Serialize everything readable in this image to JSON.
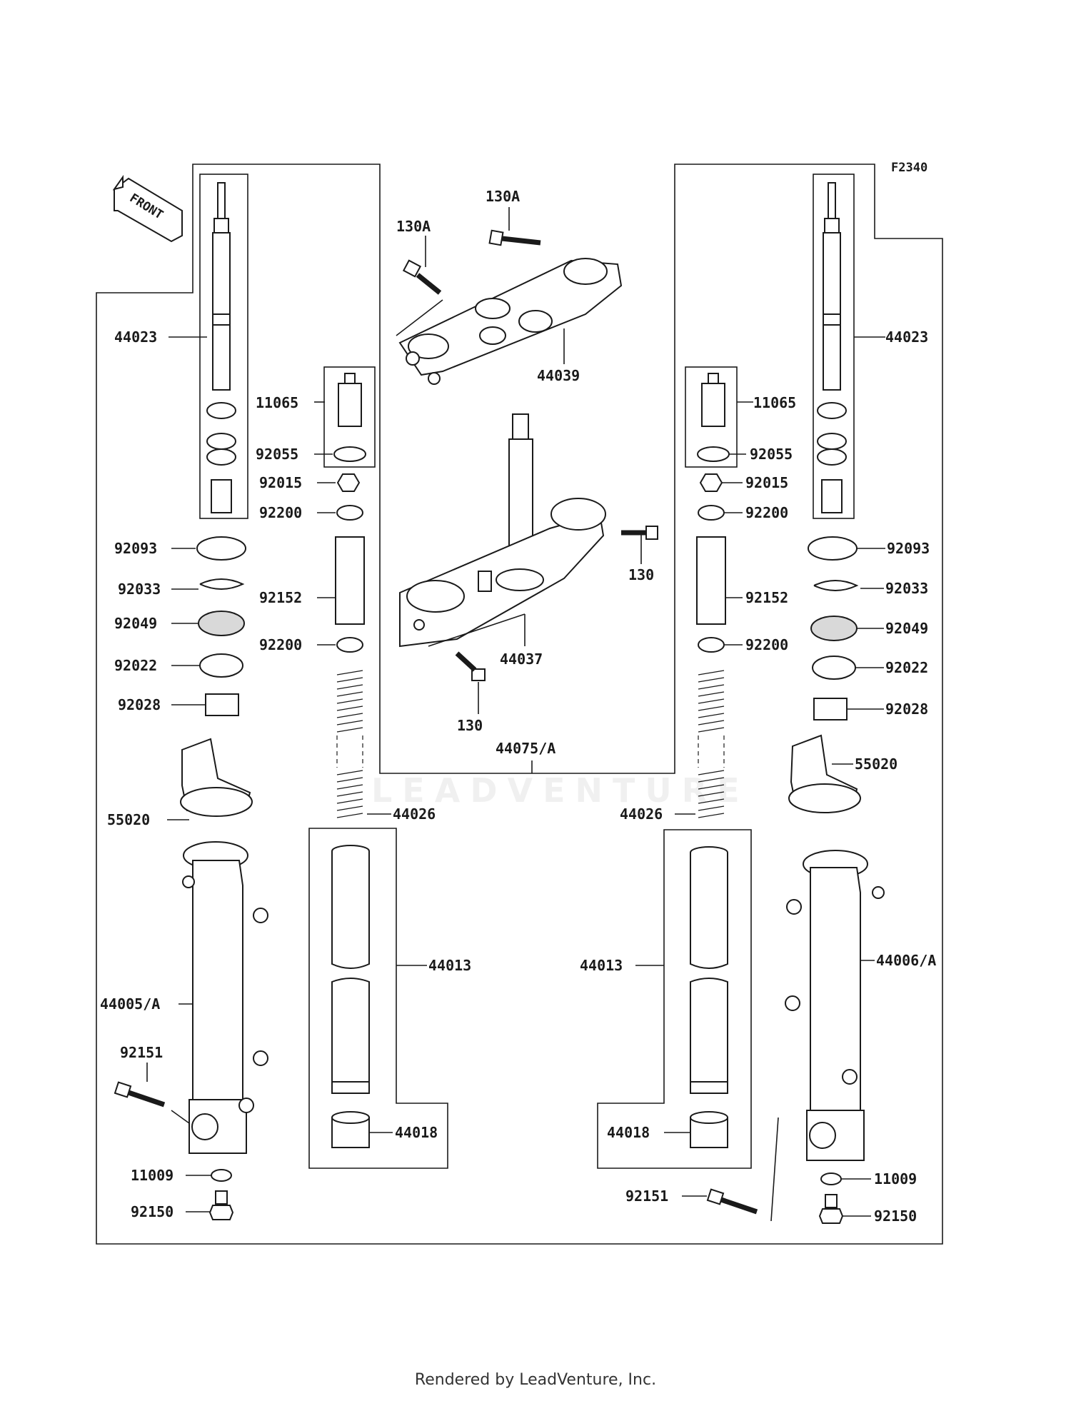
{
  "figure_code": "F2340",
  "front_label": "FRONT",
  "footer": "Rendered by LeadVenture, Inc.",
  "watermark": "LEADVENTURE",
  "parts": {
    "top_bracket": "44039",
    "bolt_130A": "130A",
    "stem_bolt_130": "130",
    "stem_head": "44037",
    "fork_assy": "44075/A",
    "fork_cylinder": "44023",
    "valve": "11065",
    "o_ring": "92055",
    "nut": "92015",
    "collar_washer": "92200",
    "dust_seal": "92093",
    "circlip": "92033",
    "oil_seal": "92049",
    "washer_92022": "92022",
    "guide_bush": "92028",
    "fork_cover": "55020",
    "spacer_pipe": "92152",
    "spring": "44026",
    "inner_tube": "44013",
    "bush_44018": "44018",
    "outer_tube_left": "44005/A",
    "outer_tube_right": "44006/A",
    "allen_bolt": "92151",
    "gasket": "11009",
    "drain_bolt": "92150"
  }
}
